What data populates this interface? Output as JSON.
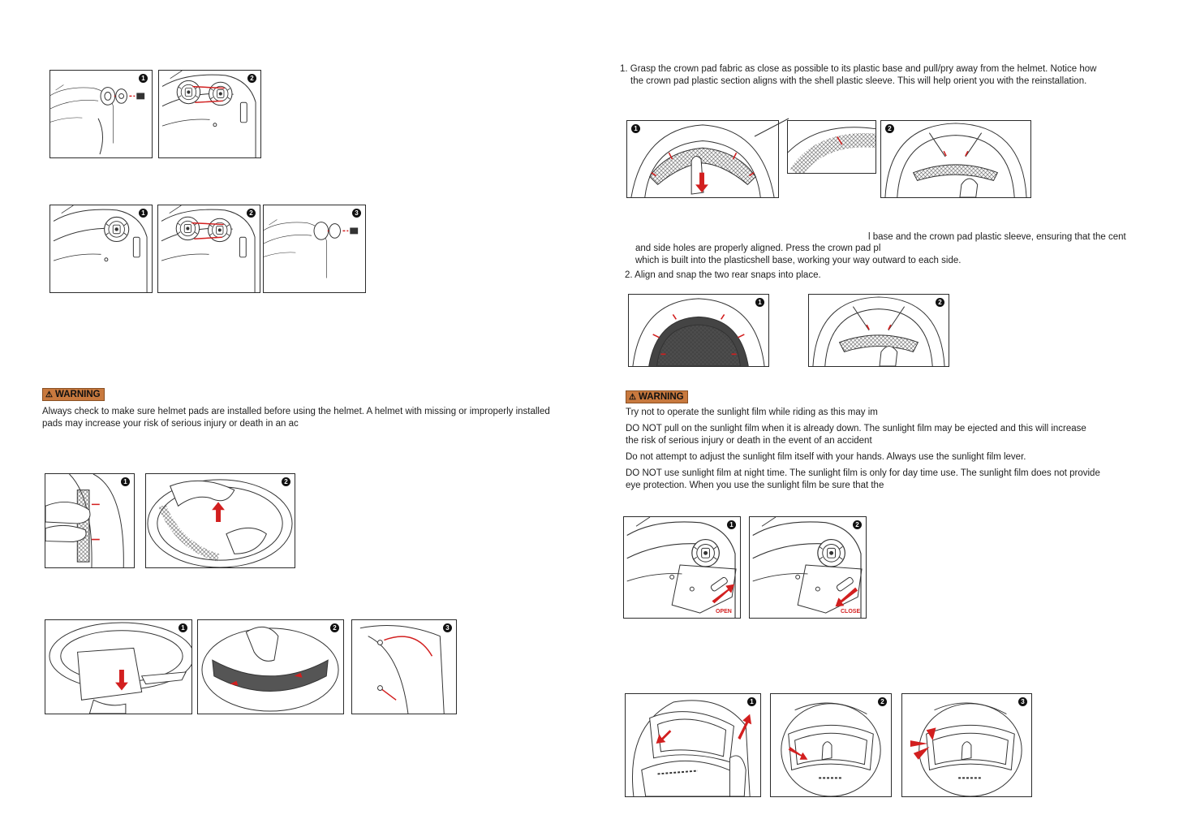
{
  "left": {
    "warning": {
      "label": "WARNING",
      "line1": "Always check to make sure helmet pads are installed before using the helmet. A helmet with missing or improperly installed",
      "line2": "pads may increase your risk of serious injury or death in an ac"
    },
    "steps": [
      "1",
      "2",
      "3"
    ]
  },
  "right": {
    "crown_step1_line1": "1. Grasp the crown pad fabric as close as possible to its plastic base and pull/pry away from the helmet. Notice how",
    "crown_step1_line2": "the crown pad plastic section aligns with the shell plastic sleeve. This will help orient you with the reinstallation.",
    "reinstall_line1": "l base and the crown pad plastic sleeve, ensuring that the cent",
    "reinstall_line2": "and side holes are properly aligned. Press the crown pad pl",
    "reinstall_line3": "which is built into the plasticshell base, working your way outward to each side.",
    "reinstall_step2": "2. Align and snap the two rear snaps into place.",
    "warning": {
      "label": "WARNING",
      "items": [
        "Try not to operate the sunlight film while riding as this may im",
        "DO NOT pull on the sunlight film when it is already down. The sunlight film may be ejected and this will increase",
        "the risk of serious injury or death in the event of an accident",
        "Do not attempt to adjust the sunlight film itself with your hands. Always use the sunlight film lever.",
        "DO NOT use sunlight film at night time. The sunlight film is only for day time use. The sunlight film does not provide",
        "eye protection. When you use the sunlight film  be sure that the"
      ]
    },
    "lever_open": "OPEN",
    "lever_close": "CLOSE"
  }
}
